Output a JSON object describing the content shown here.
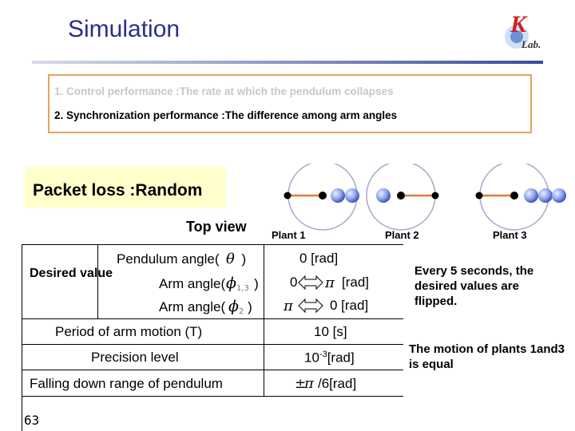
{
  "slide": {
    "title": "Simulation",
    "page_number": "63"
  },
  "objectives": {
    "item1": "1. Control performance :The rate at which the pendulum collapses",
    "item2": "2. Synchronization performance :The difference among arm angles"
  },
  "packet_loss": "Packet loss :Random",
  "top_view": {
    "label": "Top view",
    "plants": [
      "Plant 1",
      "Plant 2",
      "Plant 3"
    ]
  },
  "table": {
    "desired_label": "Desired value",
    "rows": {
      "pendulum_prefix": "Pendulum angle(",
      "pendulum_suffix": ")",
      "pendulum_value": "0 [rad]",
      "arm13_prefix": "Arm angle(",
      "arm13_suffix": ")",
      "arm13_value_left": "0",
      "arm13_value_right": "[rad]",
      "arm2_prefix": "Arm angle(",
      "arm2_suffix": ")",
      "arm2_value_right": "0 [rad]",
      "period_label": "Period of arm motion (T)",
      "period_value": "10 [s]",
      "precision_label": "Precision level",
      "precision_value_base": "10",
      "precision_value_exp": "-3",
      "precision_value_unit": "[rad]",
      "falling_label": "Falling down range of pendulum",
      "falling_value": "/6[rad]"
    }
  },
  "notes": {
    "flip": "Every 5 seconds, the desired values are flipped.",
    "equal": "The motion of plants 1and3 is equal"
  },
  "colors": {
    "title": "#2b2d8c",
    "box_border": "#e3a45c",
    "packet_bg": "#ffffcc",
    "arm": "#e07b3a",
    "plant_circle": "#a8a8c8"
  }
}
